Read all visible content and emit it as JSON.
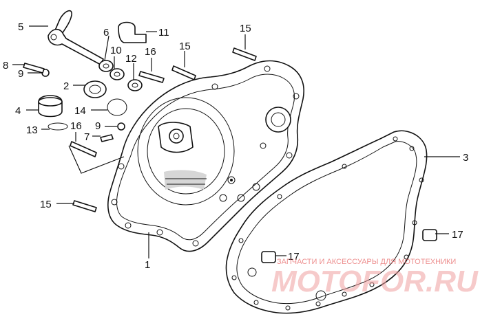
{
  "diagram": {
    "callouts": {
      "p1": "1",
      "p2": "2",
      "p3": "3",
      "p4": "4",
      "p5": "5",
      "p6": "6",
      "p7": "7",
      "p8": "8",
      "p9a": "9",
      "p9b": "9",
      "p10": "10",
      "p11": "11",
      "p12": "12",
      "p13": "13",
      "p14": "14",
      "p15a": "15",
      "p15b": "15",
      "p15c": "15",
      "p16a": "16",
      "p16b": "16",
      "p17a": "17",
      "p17b": "17"
    }
  },
  "watermark": {
    "text": "ЗАПЧАСТИ И АКСЕССУАРЫ ДЛЯ МОТОТЕХНИКИ",
    "logo": "MOTOFOR.RU"
  }
}
